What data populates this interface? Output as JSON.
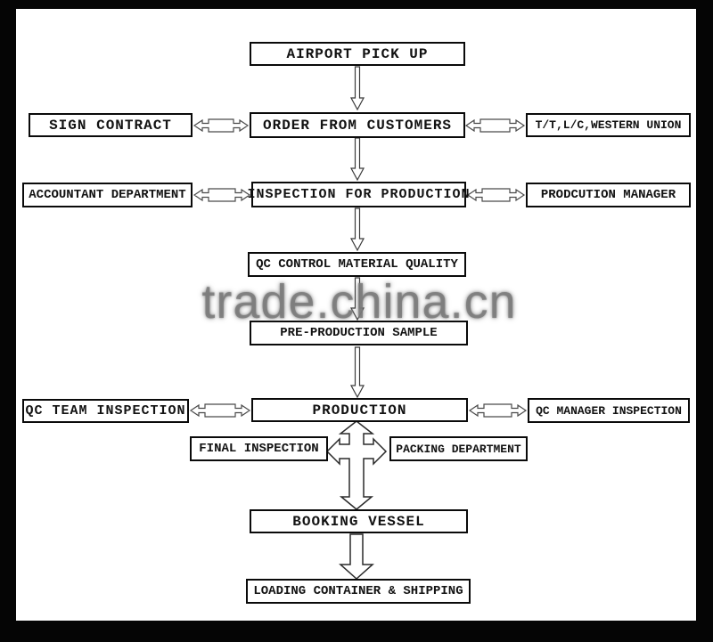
{
  "watermark": {
    "text": "trade.china.cn",
    "color": "#7a7a7a"
  },
  "colors": {
    "frame": "#050505",
    "canvas": "#ffffff",
    "box_border": "#0a0a0a",
    "box_text": "#121212"
  },
  "nodes": {
    "airport": {
      "label": "AIRPORT PICK UP"
    },
    "order": {
      "label": "ORDER FROM CUSTOMERS"
    },
    "sign": {
      "label": "SIGN CONTRACT"
    },
    "payment": {
      "label": "T/T,L/C,WESTERN UNION"
    },
    "accountant": {
      "label": "ACCOUNTANT DEPARTMENT"
    },
    "inspection": {
      "label": "INSPECTION FOR PRODUCTION"
    },
    "prodmanager": {
      "label": "PRODCUTION MANAGER"
    },
    "qccontrol": {
      "label": "QC CONTROL MATERIAL QUALITY"
    },
    "presample": {
      "label": "PRE-PRODUCTION SAMPLE"
    },
    "qcteam": {
      "label": "QC TEAM INSPECTION"
    },
    "production": {
      "label": "PRODUCTION"
    },
    "qcmanager": {
      "label": "QC MANAGER INSPECTION"
    },
    "final": {
      "label": "FINAL INSPECTION"
    },
    "packing": {
      "label": "PACKING DEPARTMENT"
    },
    "booking": {
      "label": "BOOKING VESSEL"
    },
    "loading": {
      "label": "LOADING CONTAINER & SHIPPING"
    }
  },
  "icon_names": {
    "vertical": "down-arrow-icon",
    "horizontal": "two-way-arrow-icon",
    "cross": "four-way-arrow-icon"
  }
}
